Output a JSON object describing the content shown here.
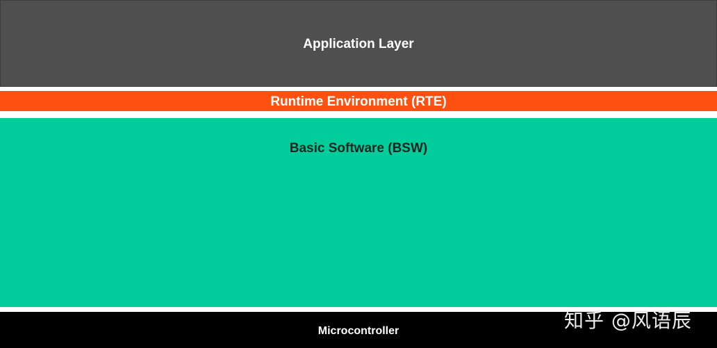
{
  "layers": {
    "application": {
      "label": "Application Layer",
      "color": "#4f4f4f"
    },
    "rte": {
      "label": "Runtime Environment (RTE)",
      "color": "#fe5010"
    },
    "bsw": {
      "label": "Basic Software (BSW)",
      "color": "#00cc9c"
    },
    "microcontroller": {
      "label": "Microcontroller",
      "color": "#000000"
    }
  },
  "watermark": {
    "text": "知乎 @风语辰"
  }
}
